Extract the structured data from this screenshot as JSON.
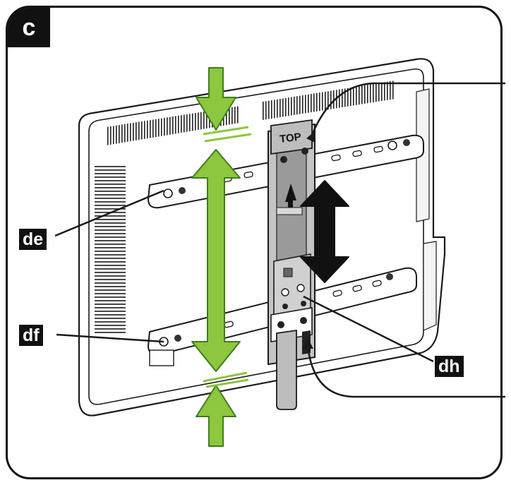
{
  "panel_letter": "c",
  "bracket_text": "TOP",
  "callouts": {
    "de": "de",
    "df": "df",
    "dh": "dh"
  },
  "colors": {
    "line": "#1a1a1a",
    "green_arrow": "#8dc63f",
    "green_edge": "#3f7d1a",
    "bracket_gray": "#b8b8b8",
    "black_arrow": "#111111"
  }
}
